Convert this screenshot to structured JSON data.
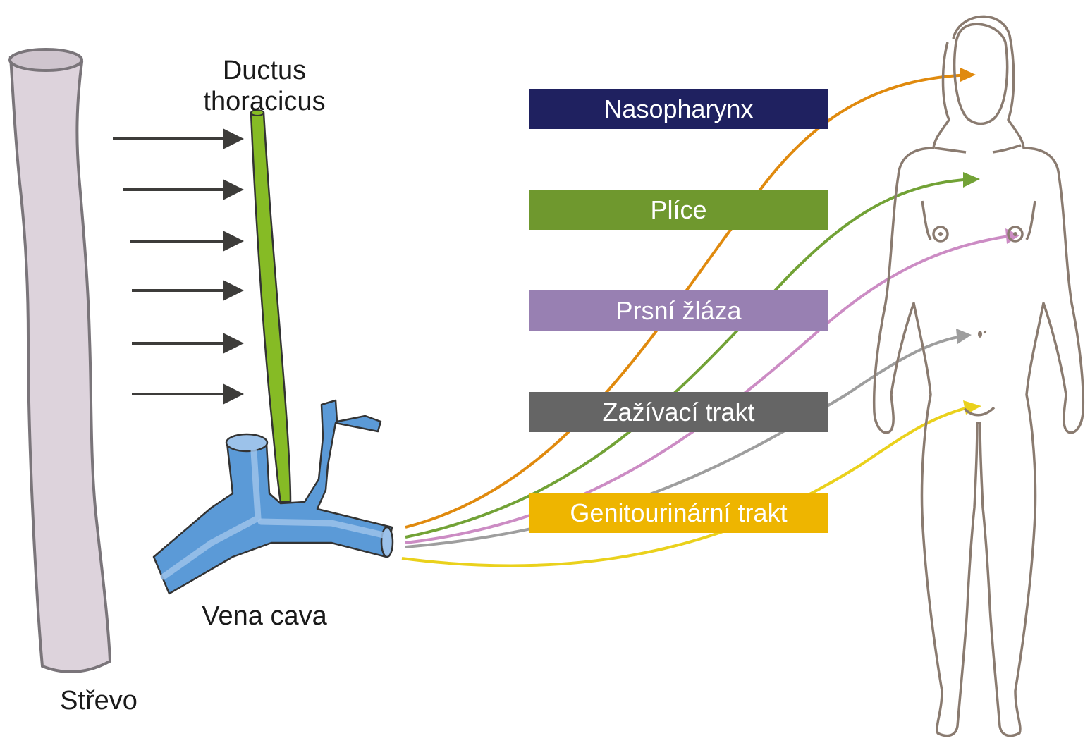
{
  "labels": {
    "ductus_line1": "Ductus",
    "ductus_line2": "thoracicus",
    "vena_cava": "Vena cava",
    "strevo": "Střevo"
  },
  "targets": [
    {
      "label": "Nasopharynx",
      "color": "#1f2160",
      "path_color": "#e08a0e"
    },
    {
      "label": "Plíce",
      "color": "#6f982e",
      "path_color": "#72a236"
    },
    {
      "label": "Prsní žláza",
      "color": "#9880b2",
      "path_color": "#cc8cc4"
    },
    {
      "label": "Zažívací trakt",
      "color": "#656565",
      "path_color": "#9e9e9e"
    },
    {
      "label": "Genitourinární trakt",
      "color": "#eeb500",
      "path_color": "#ead11c"
    }
  ],
  "colors": {
    "intestine": "#ddd3dc",
    "intestine_outline": "#7a757a",
    "ductus": "#86bb25",
    "vena": "#5b9ad7",
    "vena_highlight": "#9cc2ea",
    "arrow": "#3d3c3a",
    "body_outline": "#8a7b70"
  }
}
